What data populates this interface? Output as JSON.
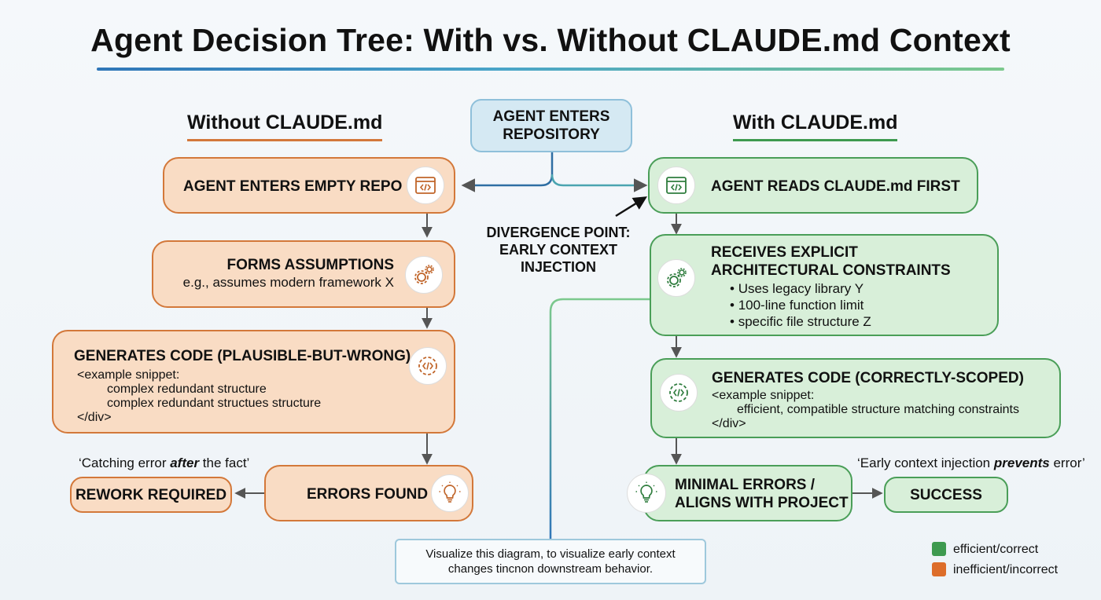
{
  "title": "Agent Decision Tree: With vs. Without CLAUDE.md Context",
  "left": {
    "heading": "Without CLAUDE.md",
    "enter_empty": "AGENT ENTERS EMPTY REPO",
    "assumptions_title": "FORMS ASSUMPTIONS",
    "assumptions_example": "e.g., assumes modern framework X",
    "gen_title": "GENERATES CODE (PLAUSIBLE-BUT-WRONG)",
    "gen_lines": [
      "<example snippet:",
      "complex redundant structure",
      "complex redundant structues structure",
      "</div>"
    ],
    "errors": "ERRORS FOUND",
    "rework": "REWORK REQUIRED",
    "note_pre": "‘Catching error ",
    "note_em": "after",
    "note_post": " the fact’"
  },
  "center": {
    "start": "AGENT ENTERS REPOSITORY",
    "divergence": "DIVERGENCE POINT: EARLY CONTEXT INJECTION",
    "caption": "Visualize this diagram, to visualize early context changes tincnon downstream behavior."
  },
  "right": {
    "heading": "With CLAUDE.md",
    "reads": "AGENT READS CLAUDE.md FIRST",
    "receives_title": "RECEIVES EXPLICIT ARCHITECTURAL CONSTRAINTS",
    "constraints": [
      "Uses legacy library Y",
      "100-line function limit",
      "specific file structure Z"
    ],
    "gen_title": "GENERATES CODE (CORRECTLY-SCOPED)",
    "gen_lines": [
      "<example snippet:",
      "efficient, compatible structure matching constraints",
      "</div>"
    ],
    "minimal": "MINIMAL ERRORS / ALIGNS WITH PROJECT",
    "success": "SUCCESS",
    "note_pre": "‘Early context injection ",
    "note_em": "prevents",
    "note_post": " error’"
  },
  "legend": [
    {
      "label": "efficient/correct",
      "color": "#3e9a4f"
    },
    {
      "label": "inefficient/incorrect",
      "color": "#dd6d2a"
    }
  ],
  "colors": {
    "orange_fill": "#f9dcc4",
    "orange_border": "#d3783a",
    "green_fill": "#d8efd9",
    "green_border": "#4a9e58",
    "blue_fill": "#d5e9f3"
  },
  "icons": [
    "code-window-icon",
    "gears-icon",
    "code-gear-icon",
    "lightbulb-icon"
  ]
}
